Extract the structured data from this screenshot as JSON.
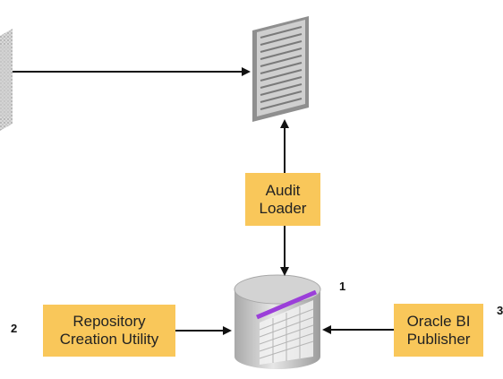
{
  "colors": {
    "box_fill": "#f9c75a",
    "arrow": "#111111",
    "db_accent": "#9b3fd9",
    "doc_gray": "#9a9a9a"
  },
  "boxes": {
    "audit_loader": "Audit\nLoader",
    "repository_creation_utility": "Repository\nCreation Utility",
    "oracle_bi_publisher": "Oracle BI\nPublisher"
  },
  "markers": {
    "database": "1",
    "rcu": "2",
    "bi_publisher": "3"
  }
}
